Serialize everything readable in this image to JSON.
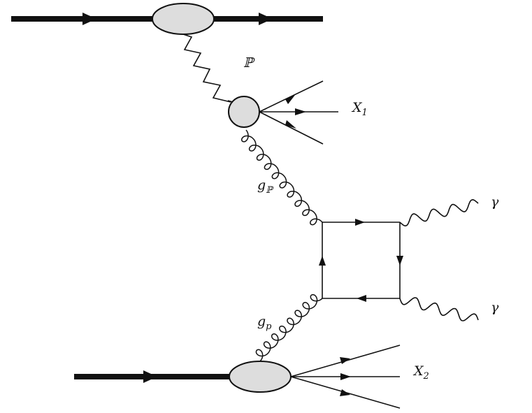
{
  "diagram": {
    "labels": {
      "pomeron": "ℙ",
      "x1_main": "X",
      "x1_sub": "1",
      "x2_main": "X",
      "x2_sub": "2",
      "gluon_pomeron_main": "g",
      "gluon_pomeron_sub": "ℙ",
      "gluon_proton_main": "g",
      "gluon_proton_sub": "p",
      "photon_top": "γ",
      "photon_bottom": "γ"
    },
    "colors": {
      "line": "#111111",
      "blob_fill": "#dddddd"
    }
  }
}
